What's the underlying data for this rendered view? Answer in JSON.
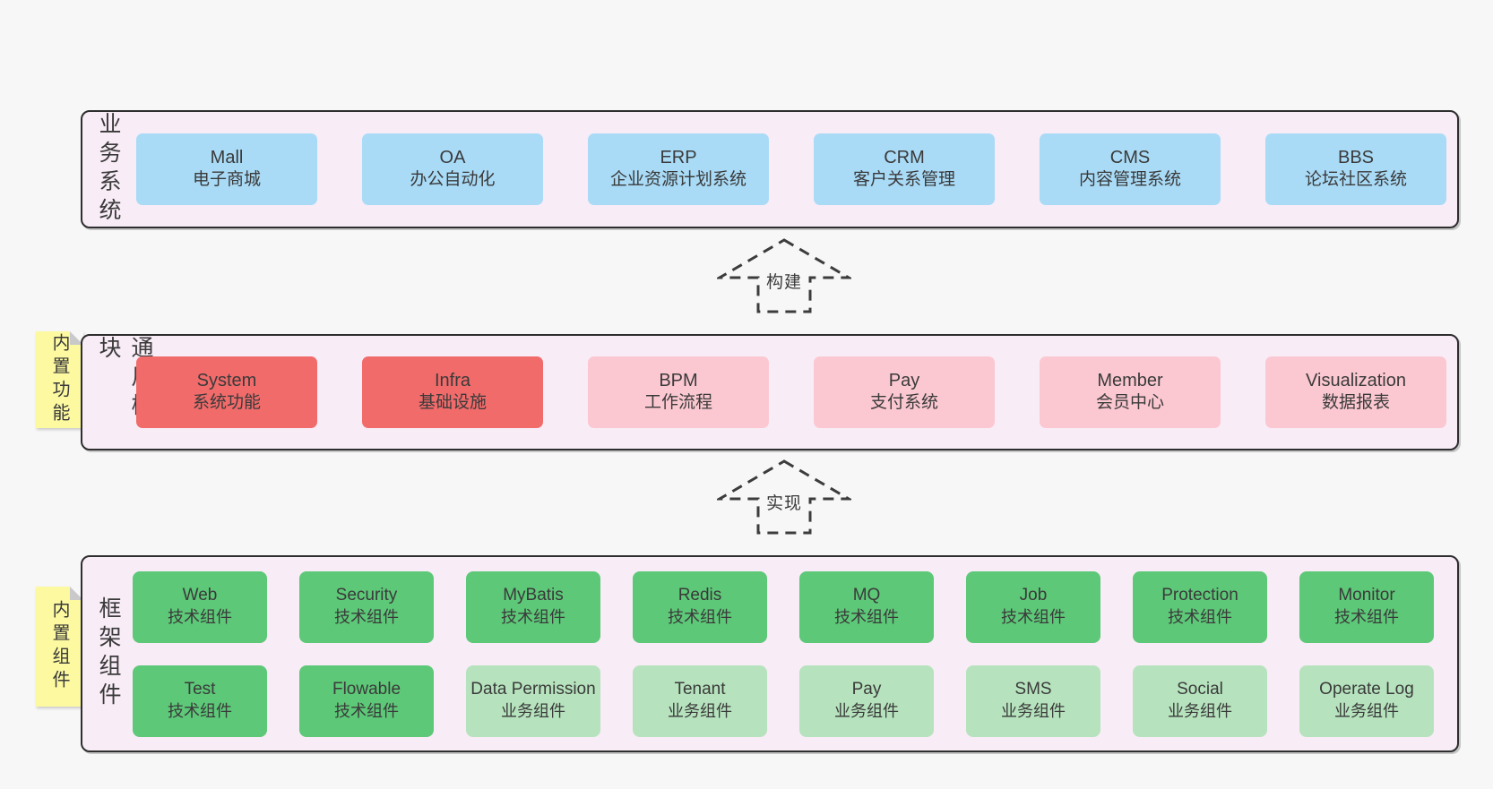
{
  "colors": {
    "page-bg": "#f7f7f7",
    "layer-bg": "#f8ecf6",
    "layer-border": "#2e2e2e",
    "text": "#3a3a3a",
    "blue": "#a9dbf7",
    "red": "#f16b6b",
    "pink": "#fbc8d1",
    "green": "#5dc878",
    "lightgreen": "#b6e3bd",
    "note-yellow": "#fcf9a0",
    "note-fold": "#c9c9c9"
  },
  "layers": [
    {
      "key": "business-systems",
      "label": "业务系统",
      "rows": [
        [
          {
            "name": "Mall",
            "desc": "电子商城",
            "variant": "blue"
          },
          {
            "name": "OA",
            "desc": "办公自动化",
            "variant": "blue"
          },
          {
            "name": "ERP",
            "desc": "企业资源计划系统",
            "variant": "blue"
          },
          {
            "name": "CRM",
            "desc": "客户关系管理",
            "variant": "blue"
          },
          {
            "name": "CMS",
            "desc": "内容管理系统",
            "variant": "blue"
          },
          {
            "name": "BBS",
            "desc": "论坛社区系统",
            "variant": "blue"
          }
        ]
      ]
    },
    {
      "key": "common-modules",
      "label": "通用模块",
      "rows": [
        [
          {
            "name": "System",
            "desc": "系统功能",
            "variant": "red"
          },
          {
            "name": "Infra",
            "desc": "基础设施",
            "variant": "red"
          },
          {
            "name": "BPM",
            "desc": "工作流程",
            "variant": "pink"
          },
          {
            "name": "Pay",
            "desc": "支付系统",
            "variant": "pink"
          },
          {
            "name": "Member",
            "desc": "会员中心",
            "variant": "pink"
          },
          {
            "name": "Visualization",
            "desc": "数据报表",
            "variant": "pink"
          }
        ]
      ]
    },
    {
      "key": "framework-components",
      "label": "框架组件",
      "rows": [
        [
          {
            "name": "Web",
            "desc": "技术组件",
            "variant": "green"
          },
          {
            "name": "Security",
            "desc": "技术组件",
            "variant": "green"
          },
          {
            "name": "MyBatis",
            "desc": "技术组件",
            "variant": "green"
          },
          {
            "name": "Redis",
            "desc": "技术组件",
            "variant": "green"
          },
          {
            "name": "MQ",
            "desc": "技术组件",
            "variant": "green"
          },
          {
            "name": "Job",
            "desc": "技术组件",
            "variant": "green"
          },
          {
            "name": "Protection",
            "desc": "技术组件",
            "variant": "green"
          },
          {
            "name": "Monitor",
            "desc": "技术组件",
            "variant": "green"
          }
        ],
        [
          {
            "name": "Test",
            "desc": "技术组件",
            "variant": "green"
          },
          {
            "name": "Flowable",
            "desc": "技术组件",
            "variant": "green"
          },
          {
            "name": "Data Permission",
            "desc": "业务组件",
            "variant": "lightgreen"
          },
          {
            "name": "Tenant",
            "desc": "业务组件",
            "variant": "lightgreen"
          },
          {
            "name": "Pay",
            "desc": "业务组件",
            "variant": "lightgreen"
          },
          {
            "name": "SMS",
            "desc": "业务组件",
            "variant": "lightgreen"
          },
          {
            "name": "Social",
            "desc": "业务组件",
            "variant": "lightgreen"
          },
          {
            "name": "Operate Log",
            "desc": "业务组件",
            "variant": "lightgreen"
          }
        ]
      ]
    }
  ],
  "notes": [
    {
      "key": "built-in-features",
      "label": "内置功能"
    },
    {
      "key": "built-in-components",
      "label": "内置组件"
    }
  ],
  "arrows": [
    {
      "key": "build",
      "label": "构建"
    },
    {
      "key": "implement",
      "label": "实现"
    }
  ]
}
